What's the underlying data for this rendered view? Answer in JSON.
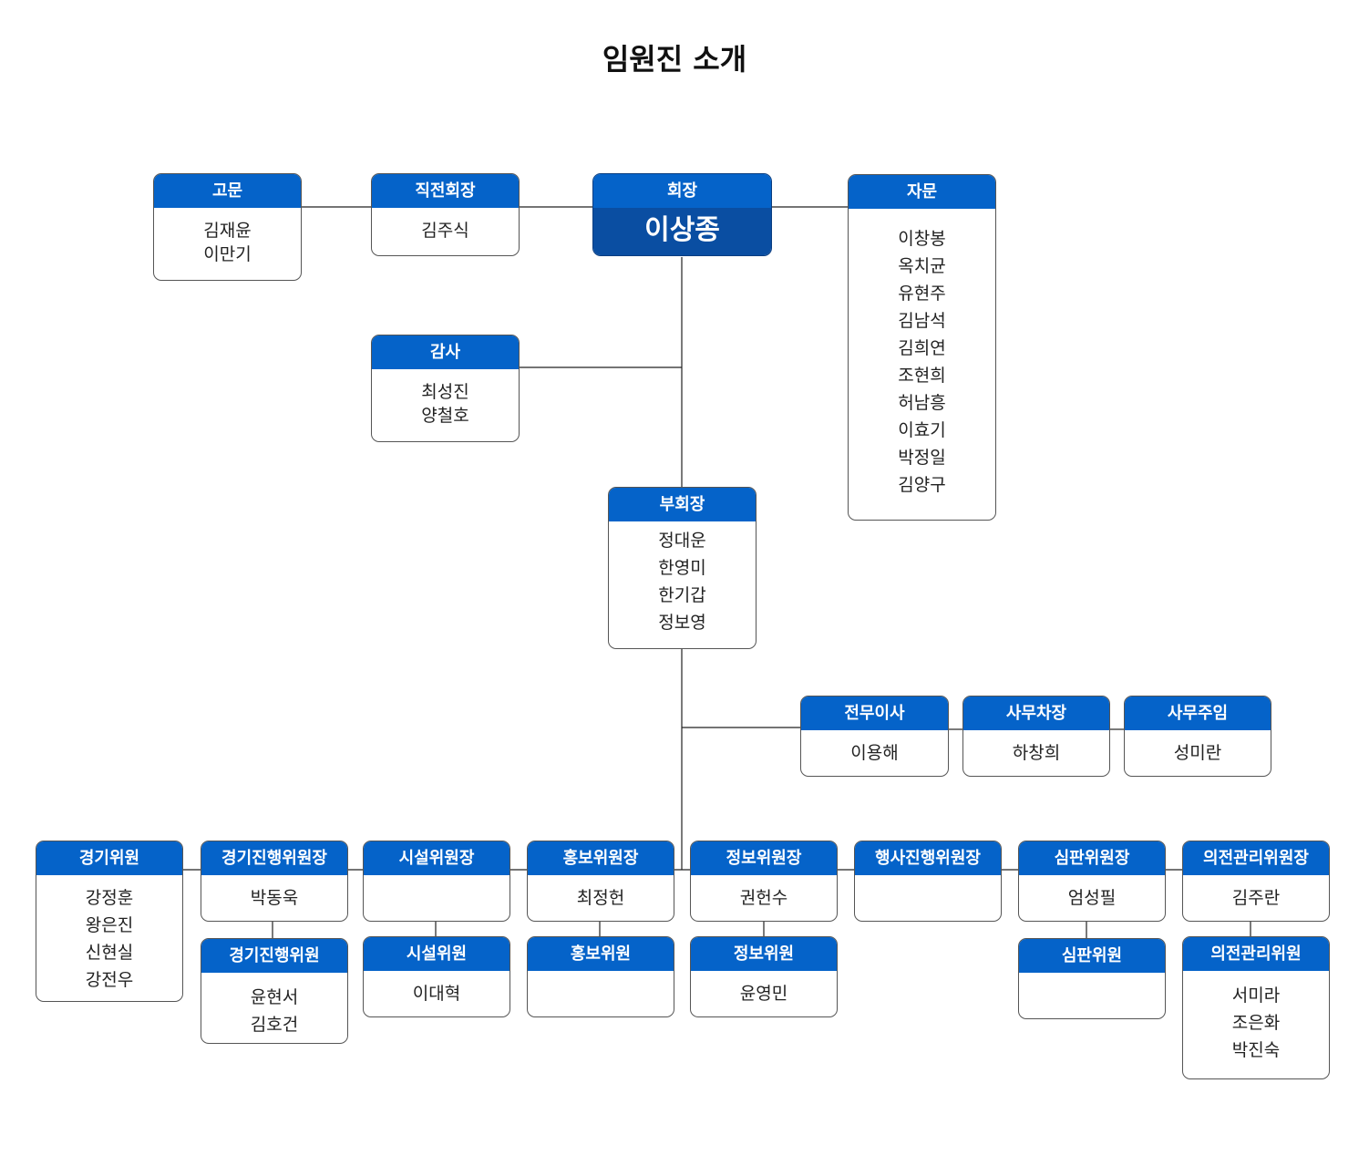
{
  "page_title": "임원진 소개",
  "colors": {
    "header_blue": "#0563c9",
    "president_blue": "#0a4ea2",
    "line": "#222222"
  },
  "advisor": {
    "title": "고문",
    "names": [
      "김재윤",
      "이만기"
    ]
  },
  "former_chair": {
    "title": "직전회장",
    "names": [
      "김주식"
    ]
  },
  "chair": {
    "title": "회장",
    "name": "이상종"
  },
  "consult": {
    "title": "자문",
    "names": [
      "이창봉",
      "옥치균",
      "유현주",
      "김남석",
      "김희연",
      "조현희",
      "허남흥",
      "이효기",
      "박정일",
      "김양구"
    ]
  },
  "auditor": {
    "title": "감사",
    "names": [
      "최성진",
      "양철호"
    ]
  },
  "vice_chair": {
    "title": "부회장",
    "names": [
      "정대운",
      "한영미",
      "한기갑",
      "정보영"
    ]
  },
  "exec_director": {
    "title": "전무이사",
    "names": [
      "이용해"
    ]
  },
  "deputy_manager": {
    "title": "사무차장",
    "names": [
      "하창희"
    ]
  },
  "office_chief": {
    "title": "사무주임",
    "names": [
      "성미란"
    ]
  },
  "committees": [
    {
      "title": "경기위원",
      "names": [
        "강정훈",
        "왕은진",
        "신현실",
        "강전우"
      ]
    },
    {
      "title": "경기진행위원장",
      "names": [
        "박동욱"
      ],
      "sub": {
        "title": "경기진행위원",
        "names": [
          "윤현서",
          "김호건"
        ]
      }
    },
    {
      "title": "시설위원장",
      "names": [],
      "sub": {
        "title": "시설위원",
        "names": [
          "이대혁"
        ]
      }
    },
    {
      "title": "홍보위원장",
      "names": [
        "최정헌"
      ],
      "sub": {
        "title": "홍보위원",
        "names": []
      }
    },
    {
      "title": "정보위원장",
      "names": [
        "권헌수"
      ],
      "sub": {
        "title": "정보위원",
        "names": [
          "윤영민"
        ]
      }
    },
    {
      "title": "행사진행위원장",
      "names": []
    },
    {
      "title": "심판위원장",
      "names": [
        "엄성필"
      ],
      "sub": {
        "title": "심판위원",
        "names": []
      }
    },
    {
      "title": "의전관리위원장",
      "names": [
        "김주란"
      ],
      "sub": {
        "title": "의전관리위원",
        "names": [
          "서미라",
          "조은화",
          "박진숙"
        ]
      }
    }
  ]
}
